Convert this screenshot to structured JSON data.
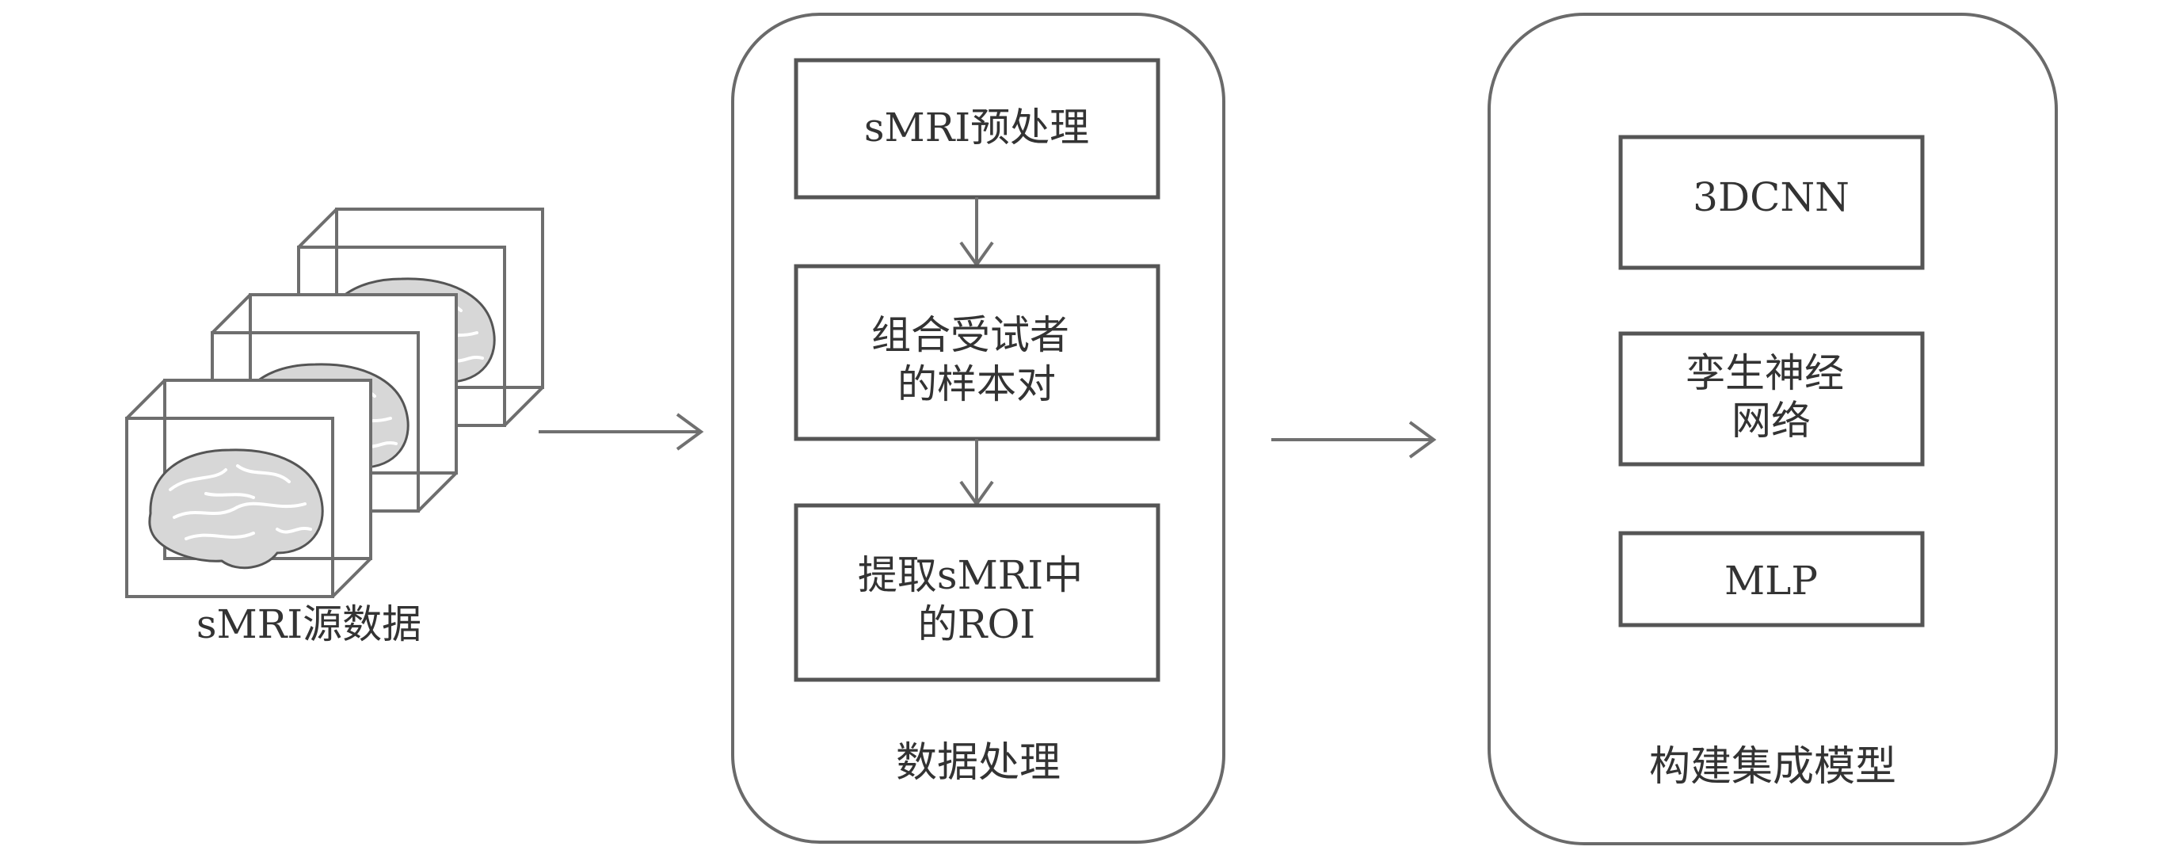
{
  "source": {
    "label": "sMRI源数据"
  },
  "processing": {
    "title": "数据处理",
    "steps": [
      {
        "lines": [
          "sMRI预处理"
        ]
      },
      {
        "lines": [
          "组合受试者",
          "的样本对"
        ]
      },
      {
        "lines": [
          "提取sMRI中",
          "的ROI"
        ]
      }
    ]
  },
  "ensemble": {
    "title": "构建集成模型",
    "models": [
      {
        "lines": [
          "3DCNN"
        ]
      },
      {
        "lines": [
          "孪生神经",
          "网络"
        ]
      },
      {
        "lines": [
          "MLP"
        ]
      }
    ]
  },
  "colors": {
    "stroke": "#555555",
    "panel_stroke": "#6a6a6a",
    "arrow": "#707070",
    "text": "#333333"
  }
}
